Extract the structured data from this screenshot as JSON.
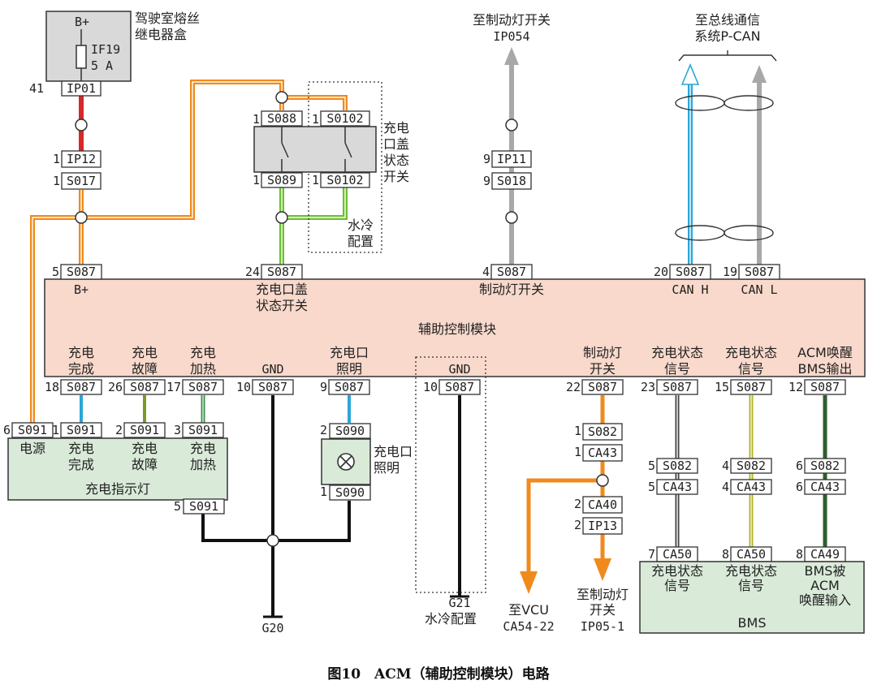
{
  "caption": "图10　ACM（辅助控制模块）电路",
  "fuse_box": {
    "bplus": "B+",
    "fuse": "IF19",
    "rating": "5 A",
    "pin_num": "41",
    "pin": "IP01",
    "name_l1": "驾驶室熔丝",
    "name_l2": "继电器盒"
  },
  "conn_ip12": {
    "num": "1",
    "pin": "IP12"
  },
  "conn_s017": {
    "num": "1",
    "pin": "S017"
  },
  "switch": {
    "top1": {
      "num": "1",
      "pin": "S088"
    },
    "top2": {
      "num": "1",
      "pin": "S0102"
    },
    "bot1": {
      "num": "1",
      "pin": "S089"
    },
    "bot2": {
      "num": "1",
      "pin": "S0102"
    },
    "name_l1": "充电",
    "name_l2": "口盖",
    "name_l3": "状态",
    "name_l4": "开关",
    "water_l1": "水冷",
    "water_l2": "配置"
  },
  "brake_top": {
    "dest_l1": "至制动灯开关",
    "dest_l2": "IP054",
    "c1_num": "9",
    "c1": "IP11",
    "c2_num": "9",
    "c2": "S018"
  },
  "can_top": {
    "dest_l1": "至总线通信",
    "dest_l2": "系统P-CAN"
  },
  "acm": {
    "title": "辅助控制模块",
    "top_pins": [
      {
        "num": "5",
        "pin": "S087",
        "l1": "B+",
        "l2": ""
      },
      {
        "num": "24",
        "pin": "S087",
        "l1": "充电口盖",
        "l2": "状态开关"
      },
      {
        "num": "4",
        "pin": "S087",
        "l1": "制动灯开关",
        "l2": ""
      },
      {
        "num": "20",
        "pin": "S087",
        "l1": "CAN H",
        "l2": ""
      },
      {
        "num": "19",
        "pin": "S087",
        "l1": "CAN L",
        "l2": ""
      }
    ],
    "bottom_pins": [
      {
        "num": "18",
        "pin": "S087",
        "l1": "充电",
        "l2": "完成"
      },
      {
        "num": "26",
        "pin": "S087",
        "l1": "充电",
        "l2": "故障"
      },
      {
        "num": "17",
        "pin": "S087",
        "l1": "充电",
        "l2": "加热"
      },
      {
        "num": "10",
        "pin": "S087",
        "l1": "GND",
        "l2": ""
      },
      {
        "num": "9",
        "pin": "S087",
        "l1": "充电口",
        "l2": "照明"
      },
      {
        "num": "10",
        "pin": "S087",
        "l1": "GND",
        "l2": ""
      },
      {
        "num": "22",
        "pin": "S087",
        "l1": "制动灯",
        "l2": "开关"
      },
      {
        "num": "23",
        "pin": "S087",
        "l1": "充电状态",
        "l2": "信号"
      },
      {
        "num": "15",
        "pin": "S087",
        "l1": "充电状态",
        "l2": "信号"
      },
      {
        "num": "12",
        "pin": "S087",
        "l1": "ACM唤醒",
        "l2": "BMS输出"
      }
    ]
  },
  "indicator": {
    "title": "充电指示灯",
    "pins": [
      {
        "num": "6",
        "pin": "S091",
        "l1": "电源",
        "l2": ""
      },
      {
        "num": "1",
        "pin": "S091",
        "l1": "充电",
        "l2": "完成"
      },
      {
        "num": "2",
        "pin": "S091",
        "l1": "充电",
        "l2": "故障"
      },
      {
        "num": "3",
        "pin": "S091",
        "l1": "充电",
        "l2": "加热"
      }
    ],
    "gnd_num": "5",
    "gnd_pin": "S091"
  },
  "lamp": {
    "top_num": "2",
    "top_pin": "S090",
    "bot_num": "1",
    "bot_pin": "S090",
    "l1": "充电口",
    "l2": "照明"
  },
  "ground": {
    "g20": "G20",
    "g21": "G21",
    "g21_note": "水冷配置"
  },
  "brake_bottom": {
    "c1_num": "1",
    "c1": "S082",
    "c2_num": "1",
    "c2": "CA43",
    "c3_num": "2",
    "c3": "CA40",
    "c4_num": "2",
    "c4": "IP13",
    "vcu_l1": "至VCU",
    "vcu_l2": "CA54-22",
    "dest_l1": "至制动灯",
    "dest_l2": "开关",
    "dest_l3": "IP05-1"
  },
  "bms_conns": [
    {
      "a_num": "5",
      "a": "S082",
      "b_num": "5",
      "b": "CA43",
      "c_num": "7",
      "c": "CA50"
    },
    {
      "a_num": "4",
      "a": "S082",
      "b_num": "4",
      "b": "CA43",
      "c_num": "8",
      "c": "CA50"
    },
    {
      "a_num": "6",
      "a": "S082",
      "b_num": "6",
      "b": "CA43",
      "c_num": "8",
      "c": "CA49"
    }
  ],
  "bms": {
    "title": "BMS",
    "s1_l1": "充电状态",
    "s1_l2": "信号",
    "s2_l1": "充电状态",
    "s2_l2": "信号",
    "s3_l1": "BMS被",
    "s3_l2": "ACM",
    "s3_l3": "唤醒输入"
  },
  "colors": {
    "red": "#d62828",
    "orange": "#f08a1c",
    "green": "#6cbf2f",
    "gray": "#a8a8a8",
    "cyan": "#2aa6d6",
    "black": "#111111",
    "acm_fill": "#f8d9cb",
    "green_box": "#d9ead9"
  }
}
